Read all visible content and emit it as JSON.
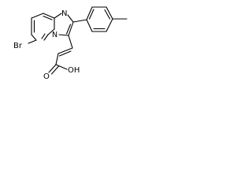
{
  "structure": {
    "atoms": {
      "bromine": "Br",
      "ring_nitrogen_top": "N",
      "ring_nitrogen_bridge": "N",
      "carboxyl_oxygen": "O",
      "hydroxyl": "OH"
    }
  }
}
